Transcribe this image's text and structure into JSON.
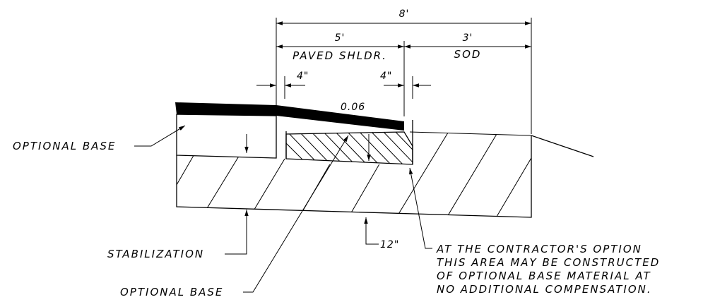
{
  "dimensions": {
    "overall": "8'",
    "paved_width": "5'",
    "sod_width": "3'",
    "left_offset": "4\"",
    "right_offset": "4\"",
    "stabilization_depth": "12\""
  },
  "zones": {
    "paved": "PAVED SHLDR.",
    "sod": "SOD"
  },
  "slope": "0.06",
  "callouts": {
    "optional_base_left": "OPTIONAL BASE",
    "stabilization": "STABILIZATION",
    "optional_base_bottom": "OPTIONAL BASE",
    "contractor_note": [
      "AT THE CONTRACTOR'S OPTION",
      "THIS AREA MAY BE CONSTRUCTED",
      "OF OPTIONAL BASE MATERIAL AT",
      "NO ADDITIONAL COMPENSATION."
    ]
  }
}
